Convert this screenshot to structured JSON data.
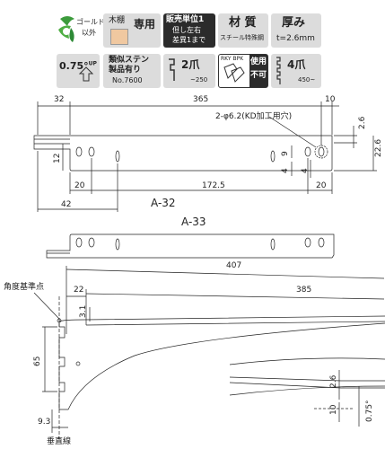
{
  "badges": {
    "gold": {
      "line1": "ゴールド",
      "line2": "以外"
    },
    "wood": {
      "top": "木棚",
      "right": "専用"
    },
    "unit": {
      "line1": "販売単位1",
      "line2": "但し左右",
      "line3": "差異1まで"
    },
    "material": {
      "title": "材 質",
      "sub": "スチール特殊鋼"
    },
    "thickness": {
      "title": "厚み",
      "sub": "t=2.6mm"
    },
    "up": {
      "value": "0.75°",
      "sup": "UP"
    },
    "similar": {
      "line1": "類似ステン",
      "line2": "製品有り",
      "line3": "No.7600"
    },
    "claw2": {
      "label": "2爪",
      "sub": "~250"
    },
    "rkybpk": {
      "label": "RKY BPK"
    },
    "notuse": {
      "line1": "使用",
      "line2": "不可"
    },
    "claw4": {
      "label": "4爪",
      "sub": "450~"
    }
  },
  "top_drawing": {
    "dims": {
      "d32": "32",
      "d365": "365",
      "d10": "10",
      "hole": "2-φ6.2(KD加工用穴)",
      "d26": "2.6",
      "d226": "22.6",
      "d12": "12",
      "d9": "9",
      "d4a": "4",
      "d4b": "4",
      "d20a": "20",
      "d1725": "172.5",
      "d20b": "20",
      "d42": "42"
    },
    "label": "A-32"
  },
  "mid_drawing": {
    "label": "A-33"
  },
  "side_drawing": {
    "dims": {
      "d407": "407",
      "d22": "22",
      "d385": "385",
      "d31": "3.1",
      "d65": "65",
      "d93": "9.3"
    },
    "ref_point": "角度基準点",
    "vertical": "垂直線"
  },
  "detail": {
    "d26": "2.6",
    "d10": "10",
    "d075": "0.75°"
  }
}
